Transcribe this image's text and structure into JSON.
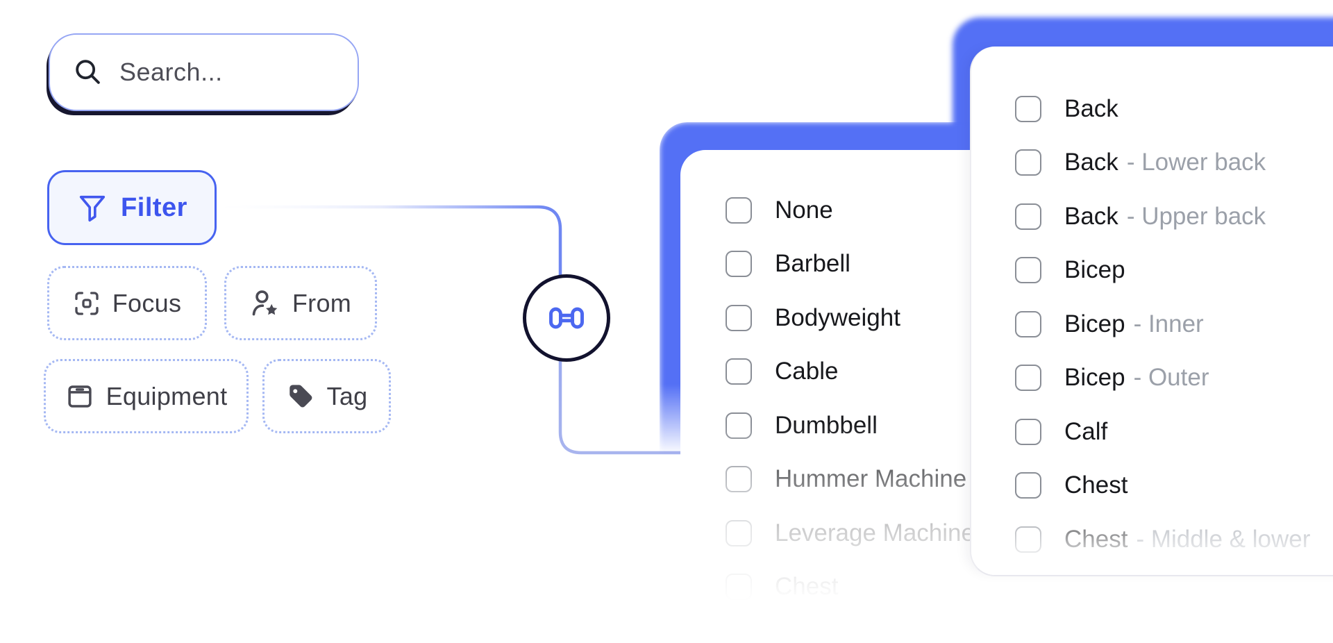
{
  "search": {
    "placeholder": "Search..."
  },
  "filter": {
    "label": "Filter"
  },
  "chips": [
    {
      "id": "focus",
      "label": "Focus",
      "icon": "focus-frame-icon"
    },
    {
      "id": "from",
      "label": "From",
      "icon": "person-star-icon"
    },
    {
      "id": "equipment",
      "label": "Equipment",
      "icon": "archive-box-icon"
    },
    {
      "id": "tag",
      "label": "Tag",
      "icon": "tag-icon"
    }
  ],
  "node": {
    "icon": "dumbbell-icon"
  },
  "panels": {
    "equipment": {
      "items": [
        {
          "primary": "None",
          "checked": false
        },
        {
          "primary": "Barbell",
          "checked": false
        },
        {
          "primary": "Bodyweight",
          "checked": false
        },
        {
          "primary": "Cable",
          "checked": false
        },
        {
          "primary": "Dumbbell",
          "checked": false
        },
        {
          "primary": "Hummer Machine",
          "checked": false
        },
        {
          "primary": "Leverage Machine",
          "checked": false
        },
        {
          "primary": "Chest",
          "checked": false
        }
      ]
    },
    "muscles": {
      "items": [
        {
          "primary": "Back",
          "checked": false
        },
        {
          "primary": "Back",
          "secondary": "Lower back",
          "checked": false
        },
        {
          "primary": "Back",
          "secondary": "Upper back",
          "checked": false
        },
        {
          "primary": "Bicep",
          "checked": false
        },
        {
          "primary": "Bicep",
          "secondary": "Inner",
          "checked": false
        },
        {
          "primary": "Bicep",
          "secondary": "Outer",
          "checked": false
        },
        {
          "primary": "Calf",
          "checked": false
        },
        {
          "primary": "Chest",
          "checked": false
        },
        {
          "primary": "Chest",
          "secondary": "Middle & lower",
          "checked": false
        }
      ]
    }
  },
  "colors": {
    "accent_blue": "#4763F0",
    "glow_blue": "#5470F5",
    "connector_blue": "#9DACEF",
    "node_border": "#12122E",
    "text_primary": "#17181C",
    "text_secondary": "#9BA0A9",
    "chip_border": "#A5B8F3",
    "chip_text": "#3F3F47"
  }
}
